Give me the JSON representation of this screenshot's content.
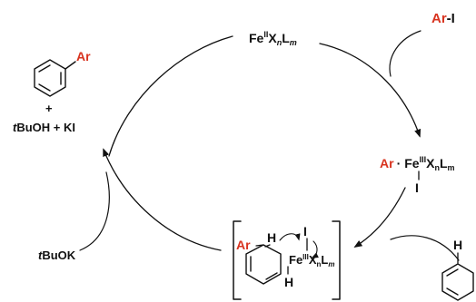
{
  "colors": {
    "ink": "#111111",
    "accent": "#d8331f"
  },
  "catalyst": {
    "metal": "Fe",
    "ox": "II",
    "x": "X",
    "n": "n",
    "l": "L",
    "m": "m"
  },
  "reagent": {
    "ar": "Ar",
    "sep": "-",
    "i": "I"
  },
  "oxidative_adduct": {
    "ar": "Ar",
    "dot": "·",
    "metal": "Fe",
    "ox": "III",
    "x": "X",
    "n": "n",
    "l": "L",
    "m": "m",
    "iodide": "I"
  },
  "intermediate": {
    "ar": "Ar",
    "h1": "H",
    "iodide": "I",
    "metal": "Fe",
    "ox": "III",
    "x": "X",
    "n": "n",
    "l": "L",
    "m": "m",
    "h2": "H"
  },
  "substrate": {
    "h": "H"
  },
  "product": {
    "ar": "Ar",
    "plus": "+",
    "t": "t",
    "byproducts": "BuOH + KI"
  },
  "base": {
    "t": "t",
    "name": "BuOK"
  }
}
